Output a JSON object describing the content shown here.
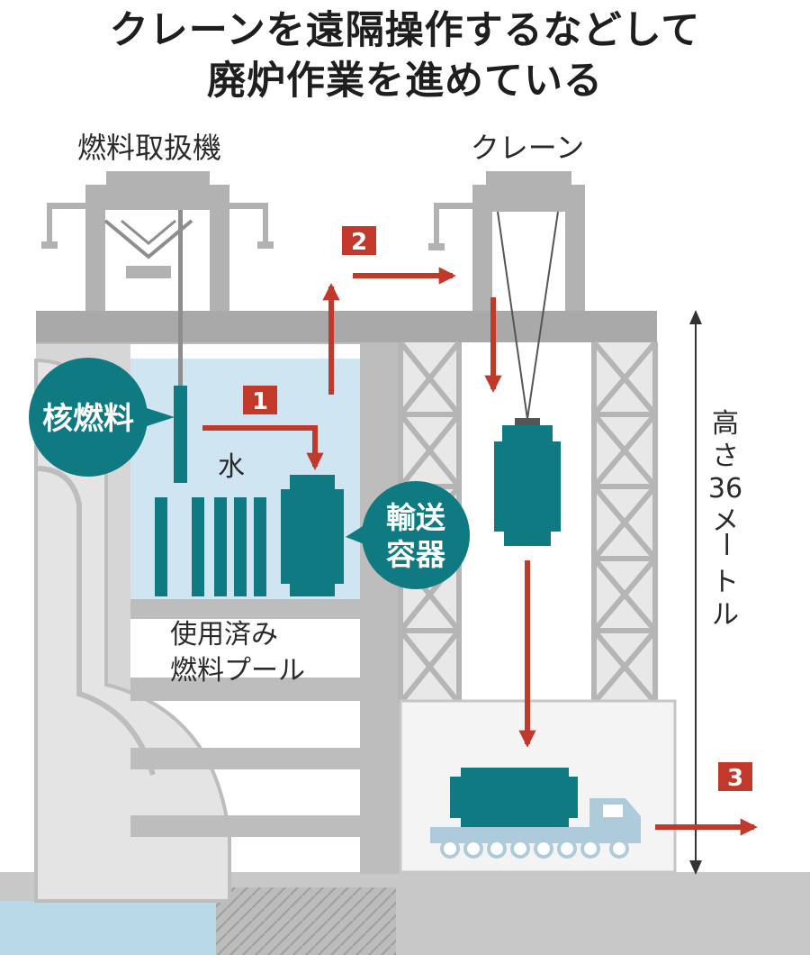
{
  "title": {
    "line1": "クレーンを遠隔操作するなどして",
    "line2": "廃炉作業を進めている"
  },
  "labels": {
    "fuel_handler": "燃料取扱機",
    "crane": "クレーン",
    "water": "水",
    "pool_line1": "使用済み",
    "pool_line2": "燃料プール",
    "height_chars": [
      "高",
      "さ",
      "36",
      "メ",
      "ー",
      "ト",
      "ル"
    ]
  },
  "bubbles": {
    "nuclear_fuel": "核燃料",
    "cask_line1": "輸送",
    "cask_line2": "容器"
  },
  "steps": [
    "1",
    "2",
    "3"
  ],
  "colors": {
    "teal": "#0f7a82",
    "teal_dark": "#0b5f66",
    "arrow_red": "#c0392b",
    "badge_red": "#c0392b",
    "water_blue": "#cfe6f2",
    "concrete": "#a9a9a9",
    "concrete_light": "#d0d0d0",
    "truck_blue": "#aecbdc"
  }
}
